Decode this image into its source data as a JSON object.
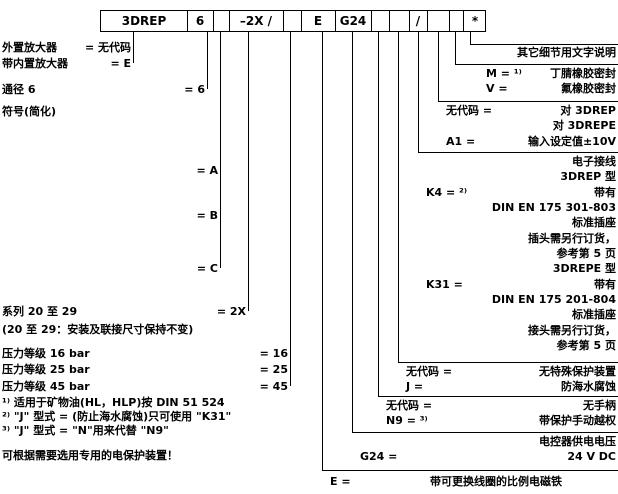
{
  "code_row": {
    "boxes": [
      "3DREP",
      "6",
      "",
      "–2X /",
      "",
      "E",
      "G24",
      "",
      "",
      "/",
      "",
      "",
      "*"
    ]
  },
  "left": {
    "amp_ext_label": "外置放大器",
    "amp_ext_code": "= 无代码",
    "amp_int_label": "带内置放大器",
    "amp_int_code": "= E",
    "size_label": "通径 6",
    "size_code": "= 6",
    "symbol_label": "符号(简化)",
    "symbol_a": "= A",
    "symbol_b": "= B",
    "symbol_c": "= C",
    "series_label": "系列 20 至 29",
    "series_code": "= 2X",
    "series_note": "(20 至 29：安装及联接尺寸保持不变)",
    "p16_label": "压力等级 16 bar",
    "p16_code": "= 16",
    "p25_label": "压力等级 25 bar",
    "p25_code": "= 25",
    "p45_label": "压力等级 45 bar",
    "p45_code": "= 45",
    "footnote1": "¹⁾ 适用于矿物油(HL，HLP)按 DIN 51 524",
    "footnote2": "²⁾ \"J\" 型式 = (防止海水腐蚀)只可使用 \"K31\"",
    "footnote3": "³⁾ \"J\" 型式 = \"N\"用来代替 \"N9\"",
    "note": "可根据需要选用专用的电保护装置！"
  },
  "right": {
    "star_text": "其它细节用文字说明",
    "seal_m_label": "M = ¹⁾",
    "seal_m_value": "丁腈橡胶密封",
    "seal_v_label": "V =",
    "seal_v_value": "氟橡胶密封",
    "a1_nocode_label": "无代码 =",
    "a1_nocode_value": "对 3DREP",
    "a1_line2": "对 3DREPE",
    "a1_label": "A1 =",
    "a1_value": "输入设定值±10V",
    "k_title": "电子接线",
    "k_3drep": "3DREP 型",
    "k4_label": "K4 = ²⁾",
    "k4_value": "带有",
    "k4_din": "DIN EN 175 301-803",
    "k4_socket": "标准插座",
    "k4_order": "插头需另行订货，",
    "k4_page": "参考第 5 页",
    "k_3drepe": "3DREPE 型",
    "k31_label": "K31 =",
    "k31_value": "带有",
    "k31_din": "DIN EN 175 201-804",
    "k31_socket": "标准插座",
    "k31_order": "接头需另行订货，",
    "k31_page": "参考第 5 页",
    "j_nocode_label": "无代码 =",
    "j_nocode_value": "无特殊保护装置",
    "j_label": "J =",
    "j_value": "防海水腐蚀",
    "n9_nocode_label": "无代码 =",
    "n9_nocode_value": "无手柄",
    "n9_label": "N9 = ³⁾",
    "n9_value": "带保护手动越权",
    "g24_title": "电控器供电电压",
    "g24_label": "G24 =",
    "g24_value": "24 V DC",
    "e_label": "E =",
    "e_value": "带可更换线圈的比例电磁铁"
  }
}
